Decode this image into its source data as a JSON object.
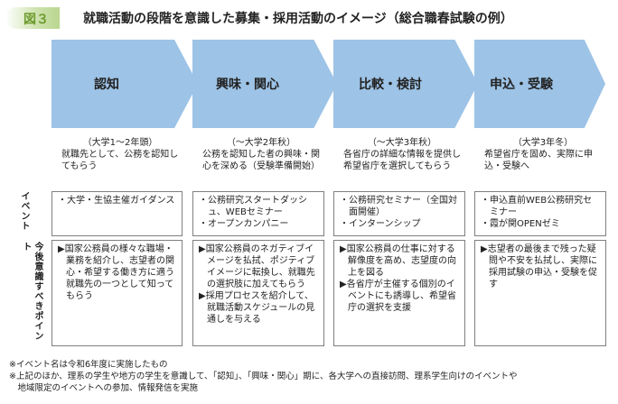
{
  "figure": {
    "badge": "図３",
    "title": "就職活動の段階を意識した募集・採用活動のイメージ（総合職春試験の例）"
  },
  "row_labels": {
    "events": "イベント",
    "points": "今後意識すべきポイント"
  },
  "stages": [
    {
      "name": "認知",
      "timing": "（大学1～2年頭）",
      "description": "就職先として、公務を認知してもらう",
      "events": [
        "・大学・生協主催ガイダンス"
      ],
      "points": [
        "▶国家公務員の様々な職場・業務を紹介し、志望者の関心・希望する働き方に適う就職先の一つとして知ってもらう"
      ]
    },
    {
      "name": "興味・関心",
      "timing": "（～大学2年秋）",
      "description": "公務を認知した者の興味・関心を深める（受験準備開始）",
      "events": [
        "・公務研究スタートダッシュ、WEBセミナー",
        "・オープンカンパニー"
      ],
      "points": [
        "▶国家公務員のネガティブイメージを払拭、ポジティブイメージに転換し、就職先の選択肢に加えてもらう",
        "▶採用プロセスを紹介して、就職活動スケジュールの見通しを与える"
      ]
    },
    {
      "name": "比較・検討",
      "timing": "（～大学3年秋）",
      "description": "各省庁の詳細な情報を提供し希望省庁を選択してもらう",
      "events": [
        "・公務研究セミナー（全国対面開催）",
        "・インターンシップ"
      ],
      "points": [
        "▶国家公務員の仕事に対する解像度を高め、志望度の向上を図る",
        "▶各省庁が主催する個別のイベントにも誘導し、希望省庁の選択を支援"
      ]
    },
    {
      "name": "申込・受験",
      "timing": "（大学3年冬）",
      "description": "希望省庁を固め、実際に申込・受験へ",
      "events": [
        "・申込直前WEB公務研究セミナー",
        "・霞が関OPENゼミ"
      ],
      "points": [
        "▶志望者の最後まで残った疑問や不安を払拭し、実際に採用試験の申込・受験を促す"
      ]
    }
  ],
  "notes": [
    "※イベント名は令和6年度に実施したもの",
    "※上記のほか、理系の学生や地方の学生を意識して、「認知」、「興味・関心」期に、各大学への直接訪問、理系学生向けのイベントや",
    "　地域限定のイベントへの参加、情報発信を実施"
  ],
  "colors": {
    "arrow": "#9dc3e6",
    "badge_text": "#6d9a2e",
    "box_border": "#7f7f7f"
  }
}
